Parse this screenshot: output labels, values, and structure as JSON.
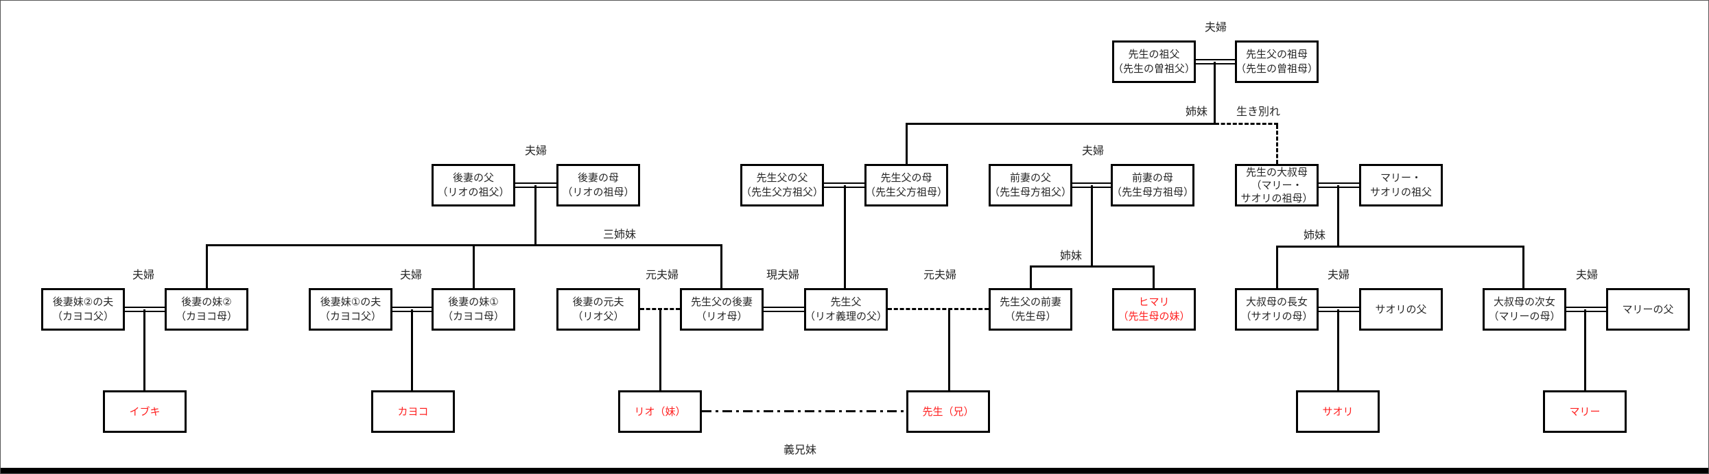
{
  "colors": {
    "background": "#ffffff",
    "line": "#000000",
    "text": "#262626",
    "highlight_red": "#ff2020"
  },
  "legend_labels": {
    "fuufu": "夫婦",
    "shimai": "姉妹",
    "ikiwakare": "生き別れ",
    "sanshimai": "三姉妹",
    "motofuufu": "元夫婦",
    "genfuufu": "現夫婦",
    "gikyoudai": "義兄妹"
  },
  "nodes": {
    "sensei_sofu": {
      "line1": "先生の祖父",
      "line2": "（先生の曽祖父）"
    },
    "senseichichi_sobo": {
      "line1": "先生父の祖母",
      "line2": "（先生の曾祖母）"
    },
    "gosai_chichi": {
      "line1": "後妻の父",
      "line2": "（リオの祖父）"
    },
    "gosai_haha": {
      "line1": "後妻の母",
      "line2": "（リオの祖母）"
    },
    "senseichichi_chichi": {
      "line1": "先生父の父",
      "line2": "（先生父方祖父）"
    },
    "senseichichi_haha": {
      "line1": "先生父の母",
      "line2": "（先生父方祖母）"
    },
    "zensai_chichi": {
      "line1": "前妻の父",
      "line2": "（先生母方祖父）"
    },
    "zensai_haha": {
      "line1": "前妻の母",
      "line2": "（先生母方祖母）"
    },
    "sensei_oooba": {
      "line1": "先生の大叔母",
      "line2": "（マリー・",
      "line3": "サオリの祖母）"
    },
    "marie_saori_sofu": {
      "line1": "マリー・",
      "line2": "サオリの祖父"
    },
    "gosai_imouto2_otto": {
      "line1": "後妻妹②の夫",
      "line2": "（カヨコ父）"
    },
    "gosai_imouto2": {
      "line1": "後妻の妹②",
      "line2": "（カヨコ母）"
    },
    "gosai_imouto1_otto": {
      "line1": "後妻妹①の夫",
      "line2": "（カヨコ父）"
    },
    "gosai_imouto1": {
      "line1": "後妻の妹①",
      "line2": "（カヨコ母）"
    },
    "gosai_motootto": {
      "line1": "後妻の元夫",
      "line2": "（リオ父）"
    },
    "senseichichi_gosai": {
      "line1": "先生父の後妻",
      "line2": "（リオ母）"
    },
    "sensei_chichi": {
      "line1": "先生父",
      "line2": "（リオ義理の父）"
    },
    "senseichichi_zensai": {
      "line1": "先生父の前妻",
      "line2": "（先生母）"
    },
    "himari": {
      "line1": "ヒマリ",
      "line2": "（先生母の妹）"
    },
    "oooba_choujo": {
      "line1": "大叔母の長女",
      "line2": "（サオリの母）"
    },
    "saori_chichi": {
      "line1": "サオリの父"
    },
    "oooba_jijo": {
      "line1": "大叔母の次女",
      "line2": "（マリーの母）"
    },
    "marie_chichi": {
      "line1": "マリーの父"
    },
    "ibuki": {
      "line1": "イブキ"
    },
    "kayoko": {
      "line1": "カヨコ"
    },
    "rio": {
      "line1": "リオ（妹）"
    },
    "sensei": {
      "line1": "先生（兄）"
    },
    "saori": {
      "line1": "サオリ"
    },
    "marie": {
      "line1": "マリー"
    }
  }
}
